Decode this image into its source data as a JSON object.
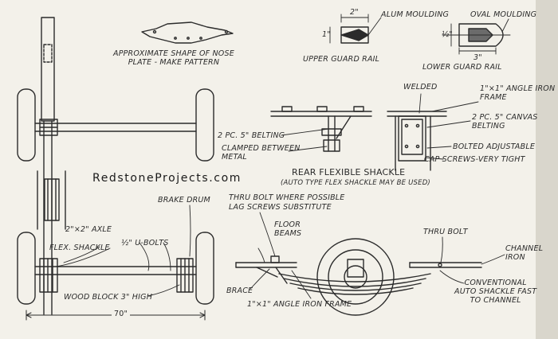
{
  "labels": {
    "nose_plate": "APPROXIMATE SHAPE OF NOSE\nPLATE - MAKE PATTERN",
    "alum_moulding": "ALUM MOULDING",
    "oval_moulding": "OVAL MOULDING",
    "upper_guard_rail": "UPPER GUARD RAIL",
    "lower_guard_rail": "LOWER GUARD RAIL",
    "dim_2in": "2\"",
    "dim_1in": "1\"",
    "dim_3in": "3\"",
    "dim_half": "½\"",
    "welded": "WELDED",
    "angle_iron_frame_top": "1\"×1\" ANGLE IRON\nFRAME",
    "canvas_belting": "2 PC. 5\" CANVAS\nBELTING",
    "belting_left": "2 PC. 5\" BELTING",
    "clamped_between": "CLAMPED BETWEEN\nMETAL",
    "bolted_adjustable": "BOLTED ADJUSTABLE",
    "cap_screws": "CAP SCREWS-VERY TIGHT",
    "rear_shackle_title": "REAR FLEXIBLE SHACKLE",
    "rear_shackle_note": "(AUTO TYPE FLEX SHACKLE MAY BE USED)",
    "brake_drum": "BRAKE DRUM",
    "thru_bolt_possible": "THRU BOLT WHERE POSSIBLE",
    "lag_screws": "LAG SCREWS SUBSTITUTE",
    "axle": "2\"×2\" AXLE",
    "u_bolts": "½\" U-BOLTS",
    "flex_shackle": "FLEX. SHACKLE",
    "floor_beams": "FLOOR\nBEAMS",
    "thru_bolt": "THRU BOLT",
    "channel_iron": "CHANNEL\nIRON",
    "brace": "BRACE",
    "wood_block": "WOOD BLOCK 3\" HIGH",
    "conventional_shackle": "CONVENTIONAL\nAUTO SHACKLE FAST\nTO CHANNEL",
    "angle_iron_frame_bottom": "1\"×1\" ANGLE IRON FRAME",
    "width_70": "70\""
  },
  "watermark": "RedstoneProjects.com"
}
